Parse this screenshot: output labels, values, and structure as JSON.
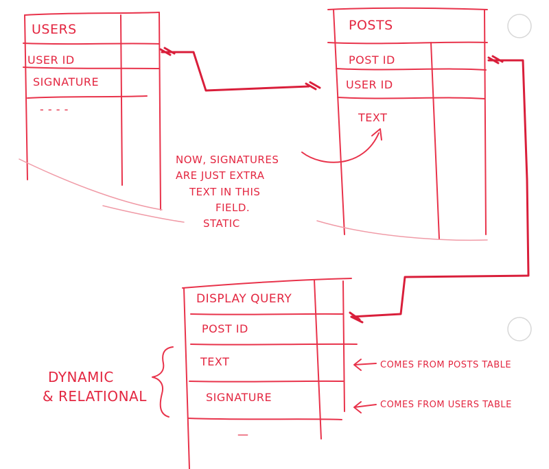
{
  "tables": {
    "users": {
      "title": "USERS",
      "fields": [
        "USER ID",
        "SIGNATURE"
      ],
      "more": "- - - -"
    },
    "posts": {
      "title": "POSTS",
      "fields": [
        "POST ID",
        "USER ID",
        "TEXT"
      ]
    },
    "display_query": {
      "title": "DISPLAY QUERY",
      "fields": [
        "POST ID",
        "TEXT",
        "SIGNATURE"
      ],
      "more": "—"
    }
  },
  "note": {
    "lines": [
      "NOW, SIGNATURES",
      "ARE JUST EXTRA",
      "TEXT IN THIS",
      "FIELD.",
      "STATIC"
    ]
  },
  "side_label": {
    "lines": [
      "DYNAMIC",
      "& RELATIONAL"
    ]
  },
  "comments": {
    "text_source": "COMES FROM POSTS TABLE",
    "signature_source": "COMES FROM USERS TABLE"
  },
  "colors": {
    "ink": "#e32640",
    "hole": "#d7d7d7"
  }
}
